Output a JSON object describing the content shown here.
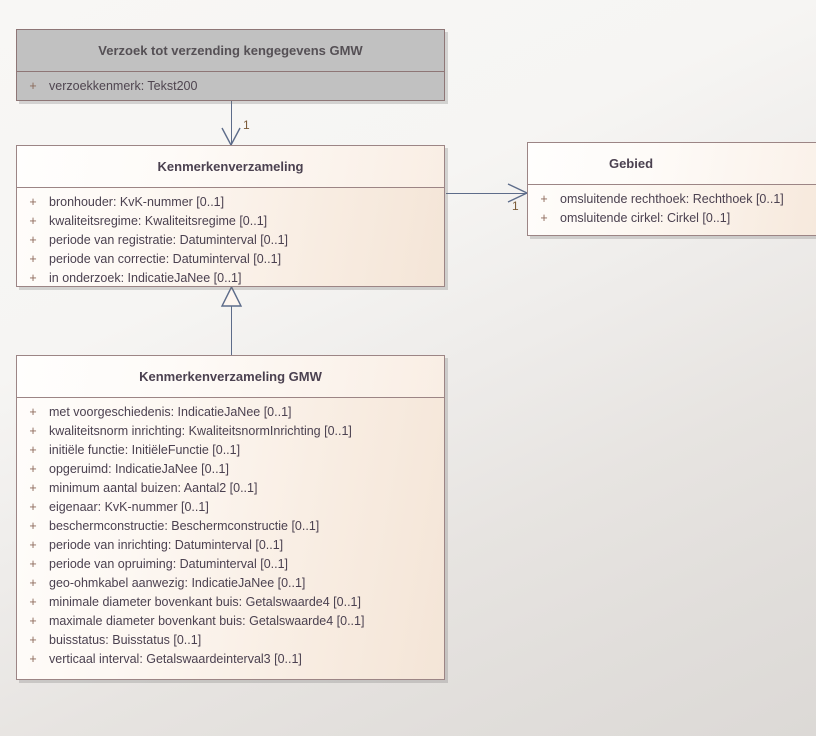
{
  "diagram": {
    "type": "uml-class-diagram",
    "background_color": "#e3e1de",
    "accent_color": "#5d6c8a",
    "border_color": "#9c8585",
    "text_color": "#4b4150",
    "visibility_color": "#8d6a5b",
    "multiplicity_color": "#7a5a38"
  },
  "classes": [
    {
      "id": "verzoek",
      "name": "Verzoek tot verzending kengegevens GMW",
      "fill": "gray",
      "attributes": [
        {
          "visibility": "+",
          "text": "verzoekkenmerk: Tekst200"
        }
      ]
    },
    {
      "id": "kenmerkenverzameling",
      "name": "Kenmerkenverzameling",
      "fill": "cream",
      "attributes": [
        {
          "visibility": "+",
          "text": "bronhouder: KvK-nummer [0..1]"
        },
        {
          "visibility": "+",
          "text": "kwaliteitsregime: Kwaliteitsregime [0..1]"
        },
        {
          "visibility": "+",
          "text": "periode van registratie: Datuminterval [0..1]"
        },
        {
          "visibility": "+",
          "text": "periode van correctie: Datuminterval [0..1]"
        },
        {
          "visibility": "+",
          "text": "in onderzoek: IndicatieJaNee [0..1]"
        }
      ]
    },
    {
      "id": "gebied",
      "name": "Gebied",
      "fill": "cream",
      "attributes": [
        {
          "visibility": "+",
          "text": "omsluitende rechthoek: Rechthoek [0..1]"
        },
        {
          "visibility": "+",
          "text": "omsluitende cirkel: Cirkel [0..1]"
        }
      ]
    },
    {
      "id": "kenmerkenverzameling-gmw",
      "name": "Kenmerkenverzameling GMW",
      "fill": "cream",
      "attributes": [
        {
          "visibility": "+",
          "text": "met voorgeschiedenis: IndicatieJaNee [0..1]"
        },
        {
          "visibility": "+",
          "text": "kwaliteitsnorm inrichting: KwaliteitsnormInrichting [0..1]"
        },
        {
          "visibility": "+",
          "text": "initiële functie: InitiëleFunctie [0..1]"
        },
        {
          "visibility": "+",
          "text": "opgeruimd: IndicatieJaNee [0..1]"
        },
        {
          "visibility": "+",
          "text": "minimum aantal buizen: Aantal2 [0..1]"
        },
        {
          "visibility": "+",
          "text": "eigenaar: KvK-nummer [0..1]"
        },
        {
          "visibility": "+",
          "text": "beschermconstructie: Beschermconstructie [0..1]"
        },
        {
          "visibility": "+",
          "text": "periode van inrichting: Datuminterval [0..1]"
        },
        {
          "visibility": "+",
          "text": "periode van opruiming: Datuminterval [0..1]"
        },
        {
          "visibility": "+",
          "text": "geo-ohmkabel aanwezig: IndicatieJaNee [0..1]"
        },
        {
          "visibility": "+",
          "text": "minimale diameter bovenkant buis: Getalswaarde4 [0..1]"
        },
        {
          "visibility": "+",
          "text": "maximale diameter bovenkant buis: Getalswaarde4 [0..1]"
        },
        {
          "visibility": "+",
          "text": "buisstatus: Buisstatus [0..1]"
        },
        {
          "visibility": "+",
          "text": "verticaal interval: Getalswaardeinterval3 [0..1]"
        }
      ]
    }
  ],
  "connectors": [
    {
      "id": "verzoek-to-kenmerkenverzameling",
      "kind": "association",
      "from": "verzoek",
      "to": "kenmerkenverzameling",
      "target_multiplicity": "1"
    },
    {
      "id": "kenmerkenverzameling-to-gebied",
      "kind": "association",
      "from": "kenmerkenverzameling",
      "to": "gebied",
      "target_multiplicity": "1"
    },
    {
      "id": "gmw-generalizes-kenmerkenverzameling",
      "kind": "generalization",
      "from": "kenmerkenverzameling-gmw",
      "to": "kenmerkenverzameling",
      "target_multiplicity": ""
    }
  ]
}
